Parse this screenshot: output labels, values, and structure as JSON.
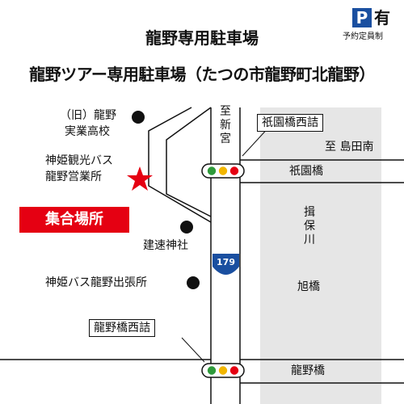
{
  "header": {
    "title_short": "龍野専用駐車場",
    "title_full": "龍野ツアー専用駐車場（たつの市龍野町北龍野）"
  },
  "parking_badge": {
    "letter": "P",
    "kanji": "有",
    "caption": "予約定員制"
  },
  "meeting_point": {
    "label": "集合場所"
  },
  "landmarks": {
    "old_school_line1": "（旧）龍野",
    "old_school_line2": "実業高校",
    "bus_office_line1": "神姫観光バス",
    "bus_office_line2": "龍野営業所",
    "shrine": "建速神社",
    "bus_branch": "神姫バス龍野出張所"
  },
  "intersections": {
    "gion_west": "祇園橋西詰",
    "tatsuno_west": "龍野橋西詰"
  },
  "bridges": {
    "gion": "祇園橋",
    "asahi": "旭橋",
    "tatsuno": "龍野橋"
  },
  "directions": {
    "to_shingu": "至新宮",
    "to_shimatanan": "至 島田南"
  },
  "river": {
    "name": "揖保川"
  },
  "route": {
    "number": "179"
  },
  "colors": {
    "star": "#e50012",
    "meeting_bg": "#e50012",
    "river": "#e6e6e6",
    "badge": "#1a4fa0",
    "signal_green": "#2e9a3a",
    "signal_yellow": "#f2b600",
    "signal_red": "#e50012",
    "route_shield": "#1a4fa0"
  },
  "icons": {
    "landmark_marker": "black-dot-icon",
    "meeting_marker": "star-icon",
    "traffic_light": "traffic-signal-icon",
    "route_shield": "route-shield-icon"
  }
}
